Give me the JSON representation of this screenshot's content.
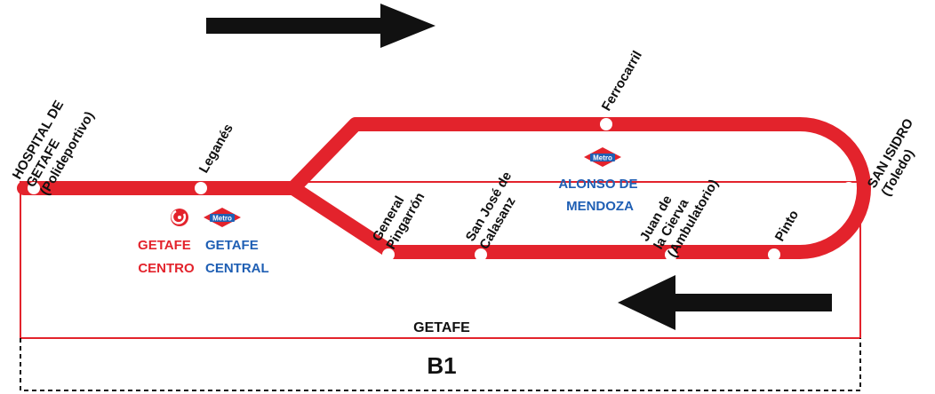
{
  "colors": {
    "line": "#e3232c",
    "metro": "#1f5fb4",
    "cercanias": "#e3232c",
    "arrow": "#111111",
    "text": "#111111"
  },
  "stations": [
    {
      "id": "hospital",
      "lines": [
        "HOSPITAL DE",
        "GETAFE",
        "(Polideportivo)"
      ]
    },
    {
      "id": "leganes",
      "lines": [
        "Leganés"
      ]
    },
    {
      "id": "general",
      "lines": [
        "General",
        "Pingarrón"
      ]
    },
    {
      "id": "sanjose",
      "lines": [
        "San José de",
        "Calasanz"
      ]
    },
    {
      "id": "ferrocarril",
      "lines": [
        "Ferrocarril"
      ]
    },
    {
      "id": "juan",
      "lines": [
        "Juan de",
        "la Cierva",
        "(Ambulatorio)"
      ]
    },
    {
      "id": "pinto",
      "lines": [
        "Pinto"
      ]
    },
    {
      "id": "sanisidro",
      "lines": [
        "SAN ISIDRO",
        "(Toledo)"
      ]
    }
  ],
  "transfers": {
    "cercanias": {
      "icon": "cercanias-icon",
      "line1": "GETAFE",
      "line2": "CENTRO"
    },
    "metro_central": {
      "icon": "metro-icon",
      "badge": "Metro",
      "line1": "GETAFE",
      "line2": "CENTRAL"
    },
    "metro_alonso": {
      "icon": "metro-icon",
      "badge": "Metro",
      "line1": "ALONSO DE",
      "line2": "MENDOZA"
    }
  },
  "direction_arrows": [
    "arrow-right-icon",
    "arrow-left-icon"
  ],
  "zones": {
    "inner": "GETAFE",
    "outer": "B1"
  }
}
